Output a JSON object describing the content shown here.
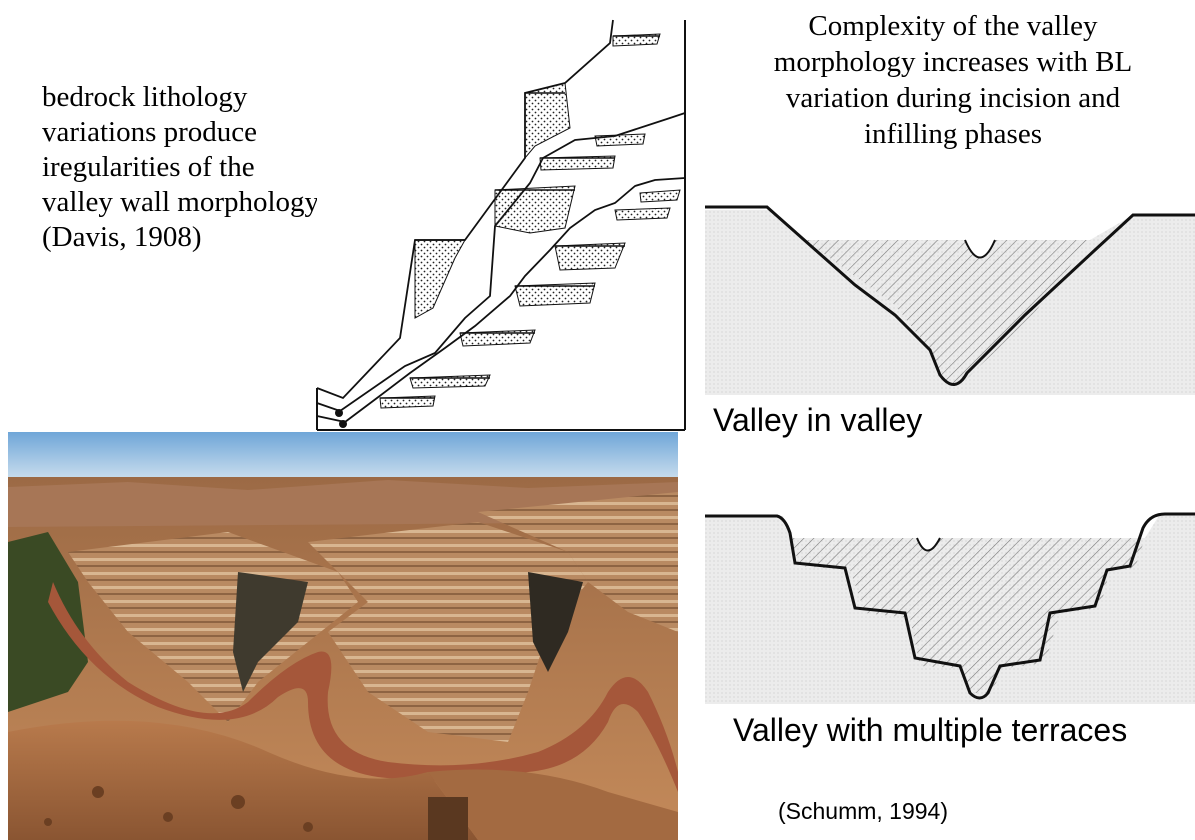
{
  "left_caption": "bedrock lithology\nvariations produce\niregularities of the\nvalley wall morphology\n(Davis, 1908)",
  "right_caption": "Complexity of the valley\nmorphology increases with BL\nvariation during incision and\ninfilling phases",
  "diagram_labels": {
    "valley_in_valley": "Valley in valley",
    "multiple_terraces": "Valley with multiple terraces"
  },
  "citation": "(Schumm, 1994)",
  "colors": {
    "bedrock_fill": "#e6e6e6",
    "infill_hatch": "#7a7a7a",
    "outline": "#111111",
    "sky_top": "#7fb4e0",
    "canyon_rock": "#b07a4a",
    "river": "#a5573a"
  }
}
